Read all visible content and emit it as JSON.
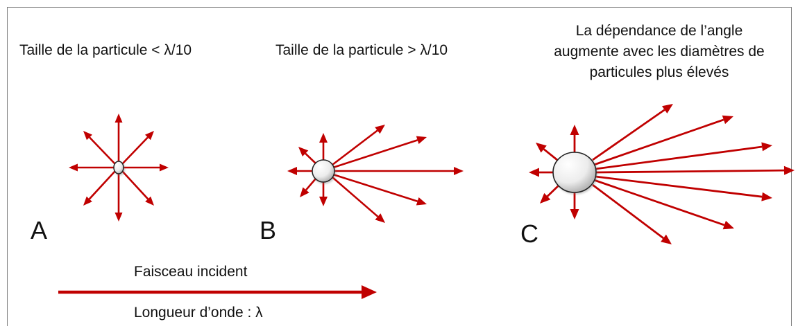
{
  "colors": {
    "arrow": "#c00000",
    "particle_fill": "#f4f4f4",
    "particle_stroke": "#222222",
    "frame": "#7d7d7d"
  },
  "panels": {
    "a": {
      "title": "Taille de la particule < λ/10",
      "letter": "A"
    },
    "b": {
      "title": "Taille de la particule > λ/10",
      "letter": "B"
    },
    "c": {
      "title": "La dépendance de l’angle augmente avec les diamètres de particules plus élevés",
      "letter": "C"
    }
  },
  "beam": {
    "label": "Faisceau incident",
    "wavelength_label": "Longueur d’onde : λ"
  }
}
